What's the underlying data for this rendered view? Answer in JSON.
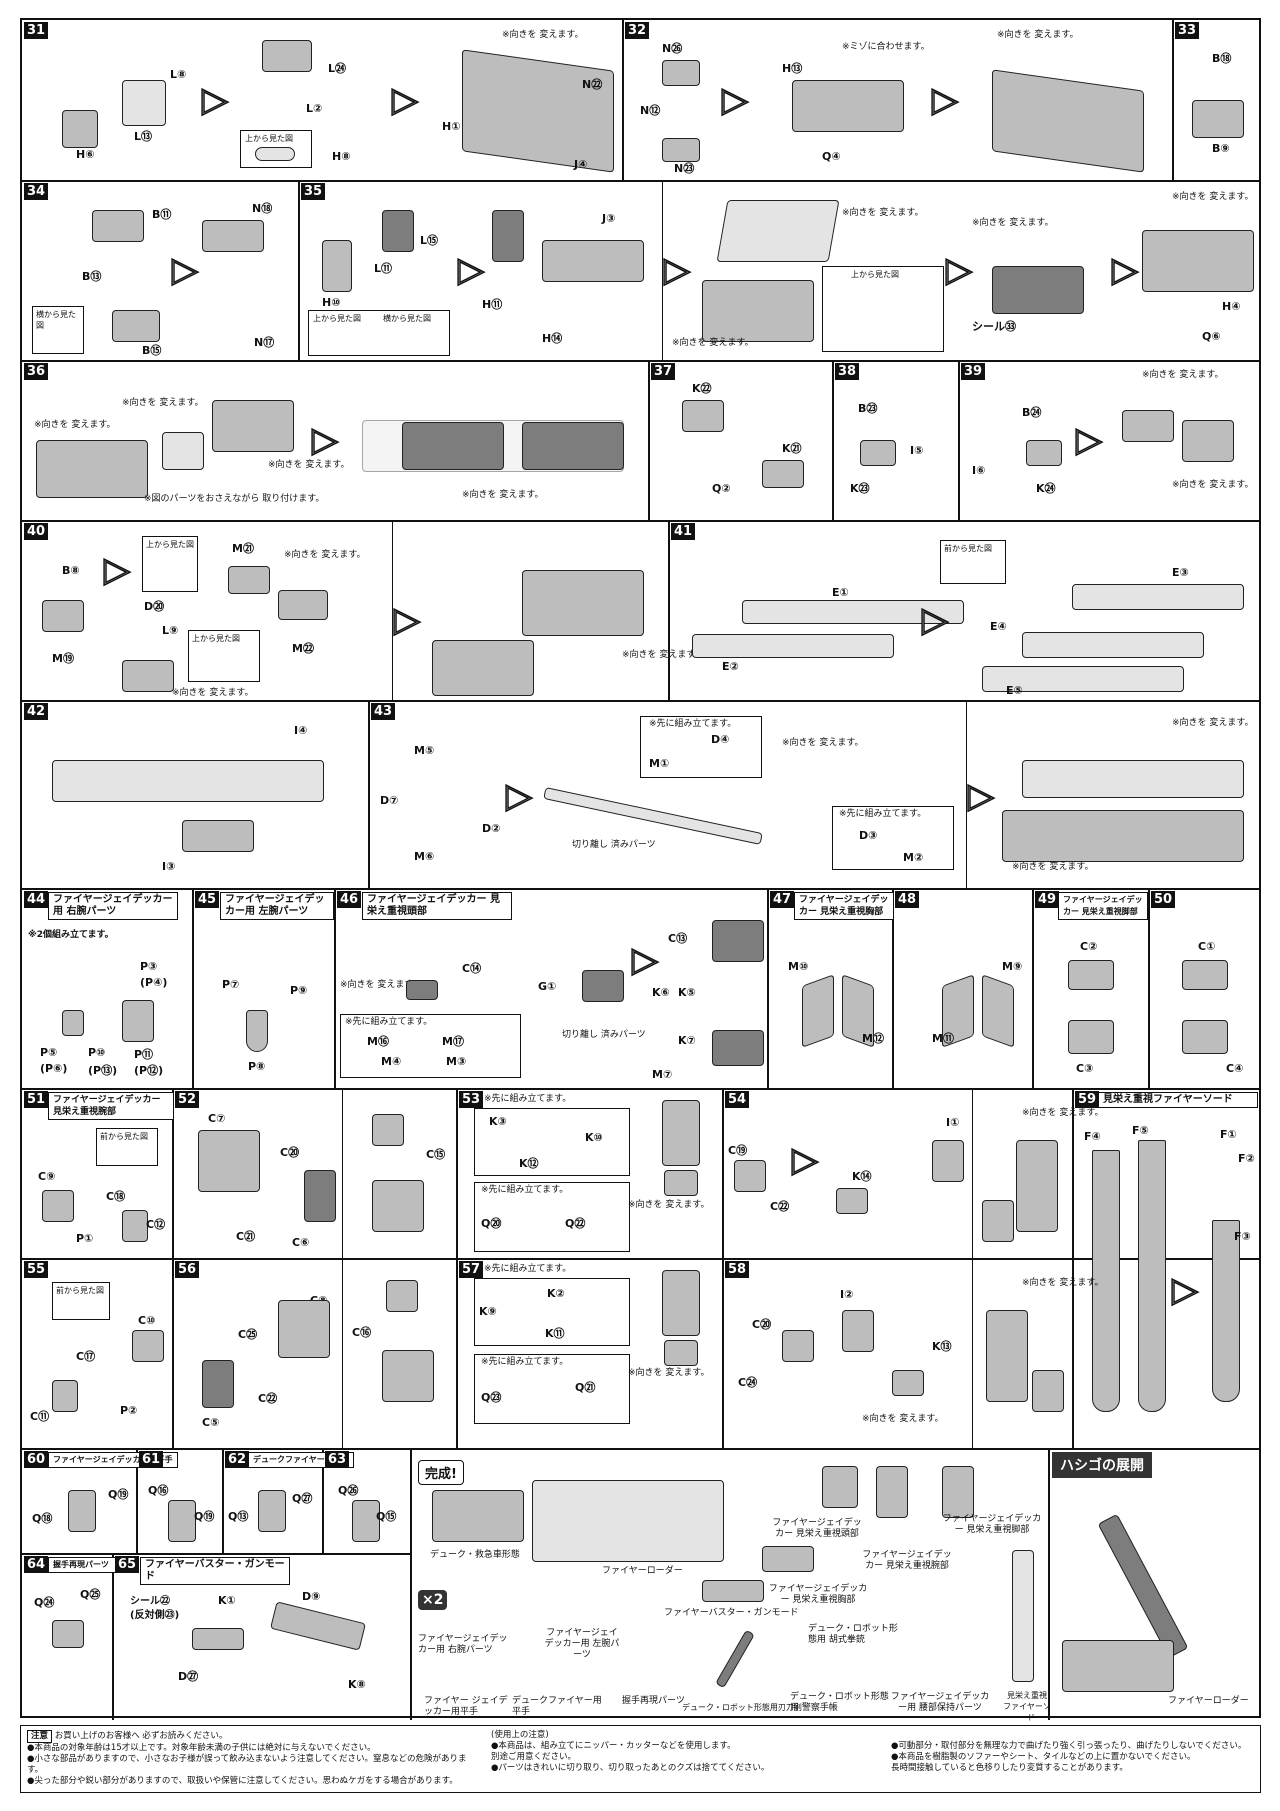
{
  "steps": {
    "s31": "31",
    "s32": "32",
    "s33": "33",
    "s34": "34",
    "s35": "35",
    "s36": "36",
    "s37": "37",
    "s38": "38",
    "s39": "39",
    "s40": "40",
    "s41": "41",
    "s42": "42",
    "s43": "43",
    "s44": "44",
    "s45": "45",
    "s46": "46",
    "s47": "47",
    "s48": "48",
    "s49": "49",
    "s50": "50",
    "s51": "51",
    "s52": "52",
    "s53": "53",
    "s54": "54",
    "s55": "55",
    "s56": "56",
    "s57": "57",
    "s58": "58",
    "s59": "59",
    "s60": "60",
    "s61": "61",
    "s62": "62",
    "s63": "63",
    "s64": "64",
    "s65": "65"
  },
  "titles": {
    "t44": "ファイヤージェイデッカー用 右腕パーツ",
    "t45": "ファイヤージェイデッカー用 左腕パーツ",
    "t46": "ファイヤージェイデッカー 見栄え重視頭部",
    "t47": "ファイヤージェイデッカー 見栄え重視胸部",
    "t49": "ファイヤージェイデッカー 見栄え重視脚部",
    "t51": "ファイヤージェイデッカー 見栄え重視腕部",
    "t59": "見栄え重視ファイヤーソード",
    "t60": "ファイヤージェイデッカー用平手",
    "t62": "デュークファイヤー用平手",
    "t64": "握手再現パーツ",
    "t65": "ファイヤーバスター・ガンモード",
    "ladder": "ハシゴの展開"
  },
  "notes": {
    "turn": "※向きを 変えます。",
    "groove": "※ミゾに合わせます。",
    "top_view": "上から見た図",
    "side_view": "横から見た図",
    "front_view": "前から見た図",
    "hold": "※図のパーツをおさえながら 取り付けます。",
    "pre_assemble": "※先に組み立てます。",
    "two_sets": "※2個組み立てます。",
    "cut_part": "切り離し 済みパーツ",
    "seal33": "シール㉝",
    "complete": "完成!",
    "x2": "×2"
  },
  "labels": {
    "l31": [
      "L⑧",
      "L⑬",
      "H⑥",
      "L㉔",
      "L②",
      "H⑧",
      "H①",
      "N㉒",
      "J④"
    ],
    "l32": [
      "N㉖",
      "N⑫",
      "N㉓",
      "H⑬",
      "Q④"
    ],
    "l33": [
      "B⑱",
      "B⑨"
    ],
    "l34": [
      "B⑪",
      "B⑬",
      "B⑮",
      "N⑱",
      "N⑰"
    ],
    "l35": [
      "L⑮",
      "L⑪",
      "H⑩",
      "H⑪",
      "J③",
      "H⑭",
      "H④",
      "Q⑥"
    ],
    "l37": [
      "K㉒",
      "K㉑",
      "Q②"
    ],
    "l38": [
      "B㉓",
      "K㉓",
      "I⑤"
    ],
    "l39": [
      "B㉔",
      "K㉔",
      "I⑥"
    ],
    "l40": [
      "B⑧",
      "M⑲",
      "D⑳",
      "L⑨",
      "M㉑",
      "M㉒"
    ],
    "l41": [
      "E①",
      "E②",
      "E③",
      "E④",
      "E⑤"
    ],
    "l42": [
      "I④",
      "I③"
    ],
    "l43": [
      "M⑤",
      "D⑦",
      "M⑥",
      "D②",
      "D④",
      "M①",
      "D③",
      "M②"
    ],
    "l44": [
      "P③",
      "(P④)",
      "P⑤",
      "(P⑥)",
      "P⑩",
      "(P⑬)",
      "P⑪",
      "(P⑫)"
    ],
    "l45": [
      "P⑦",
      "P⑨",
      "P⑧"
    ],
    "l46": [
      "G①",
      "C⑭",
      "M⑯",
      "M④",
      "M⑰",
      "M③",
      "C⑬",
      "K⑥",
      "K⑤",
      "K⑦",
      "M⑦"
    ],
    "l47": [
      "M⑩",
      "M⑫"
    ],
    "l48": [
      "M⑨",
      "M⑪"
    ],
    "l49": [
      "C②",
      "C③"
    ],
    "l50": [
      "C①",
      "C④"
    ],
    "l51": [
      "C⑨",
      "C⑱",
      "P①",
      "C⑫"
    ],
    "l52": [
      "C⑦",
      "C⑳",
      "C㉑",
      "C⑥",
      "C⑮"
    ],
    "l53": [
      "K③",
      "K⑩",
      "K⑫",
      "Q⑳",
      "Q㉒"
    ],
    "l54": [
      "C⑲",
      "C㉒",
      "K⑭",
      "I①"
    ],
    "l55": [
      "C⑰",
      "C⑩",
      "C⑪",
      "P②"
    ],
    "l56": [
      "C㉕",
      "C⑧",
      "C㉒",
      "C⑤",
      "C⑯"
    ],
    "l57": [
      "K②",
      "K⑨",
      "K⑪",
      "Q㉓",
      "Q㉑"
    ],
    "l58": [
      "C⑳",
      "C㉔",
      "I②",
      "K⑬"
    ],
    "l59": [
      "F④",
      "F⑤",
      "F①",
      "F②",
      "F③"
    ],
    "l60": [
      "Q⑱",
      "Q⑲"
    ],
    "l61": [
      "Q⑯",
      "Q⑲"
    ],
    "l62": [
      "Q⑬",
      "Q㉗"
    ],
    "l63": [
      "Q㉖",
      "Q⑮"
    ],
    "l64": [
      "Q㉔",
      "Q㉕"
    ],
    "l65": [
      "シール㉒",
      "(反対側㉓)",
      "K①",
      "D⑨",
      "D㉗",
      "K⑧"
    ]
  },
  "complete_parts": [
    "デューク・救急車形態",
    "ファイヤーローダー",
    "ファイヤージェイデッカー 見栄え重視頭部",
    "ファイヤージェイデッカー 見栄え重視腕部",
    "ファイヤージェイデッカー 見栄え重視脚部",
    "ファイヤージェイデッカー 見栄え重視胸部",
    "ファイヤーバスター・ガンモード",
    "ファイヤージェイデッカー用 右腕パーツ",
    "ファイヤージェイデッカー用 左腕パーツ",
    "ファイヤー ジェイデッカー用平手",
    "デュークファイヤー用平手",
    "握手再現パーツ",
    "デューク・ロボット形態用刃刀剣",
    "デューク・ロボット形態用 胡式拳銃",
    "デューク・ロボット形態用 警察手帳",
    "ファイヤージェイデッカー用 腰部保持パーツ",
    "見栄え重視 ファイヤーソード",
    "ファイヤーローダー"
  ],
  "footer": {
    "caution_label": "注意",
    "caution_head": "お買い上げのお客様へ 必ずお読みください。",
    "c1": "●本商品の対象年齢は15才以上です。対象年齢未満の子供には絶対に与えないでください。",
    "c2": "●小さな部品がありますので、小さなお子様が誤って飲み込まないよう注意してください。窒息などの危険があります。",
    "c3": "●尖った部分や鋭い部分がありますので、取扱いや保管に注意してください。思わぬケガをする場合があります。",
    "u_head": "(使用上の注意)",
    "u1": "●本商品は、組み立てにニッパー・カッターなどを使用します。",
    "u1b": "別途ご用意ください。",
    "u2": "●パーツはきれいに切り取り、切り取ったあとのクズは捨ててください。",
    "u3": "●可動部分・取付部分を無理な力で曲げたり強く引っ張ったり、曲げたりしないでください。",
    "u4": "●本商品を樹脂製のソファーやシート、タイルなどの上に置かないでください。",
    "u4b": "長時間接触していると色移りしたり変質することがあります。"
  }
}
